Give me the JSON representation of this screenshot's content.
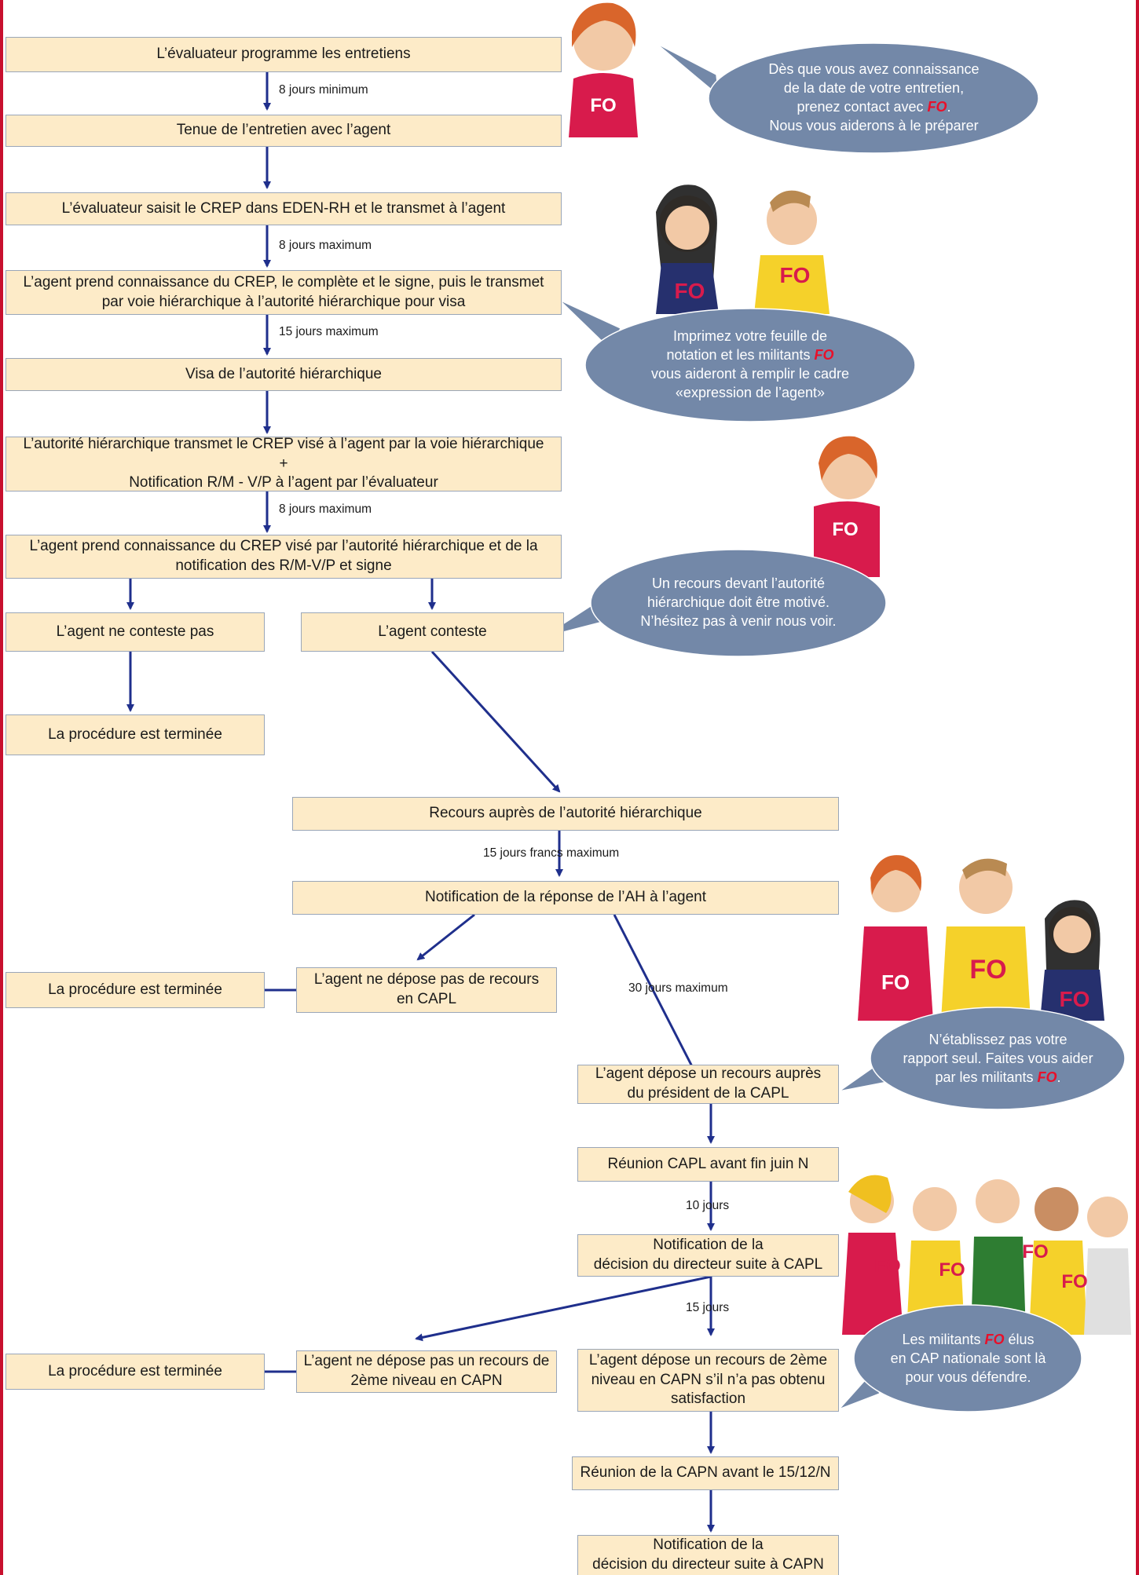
{
  "colors": {
    "box_fill": "#fdebc8",
    "arrow": "#1f2f8c",
    "bubble": "#7388a8",
    "border": "#c8102e",
    "fo_red": "#e8102a"
  },
  "boxes": {
    "b1": "L’évaluateur programme les entretiens",
    "b2": "Tenue de l’entretien avec l’agent",
    "b3": "L’évaluateur saisit le CREP dans EDEN-RH et le transmet à l’agent",
    "b4": "L’agent prend connaissance du CREP, le complète et le signe, puis le transmet\npar voie hiérarchique à l’autorité hiérarchique pour visa",
    "b5": "Visa de l’autorité hiérarchique",
    "b6": "L’autorité hiérarchique transmet le CREP visé à l’agent par la voie hiérarchique\n+\nNotification R/M - V/P à l’agent par l’évaluateur",
    "b7": "L’agent prend connaissance du CREP visé par l’autorité hiérarchique et de la\nnotification des R/M-V/P et signe",
    "b8": "L’agent ne conteste pas",
    "b9": "L’agent conteste",
    "b10": "La procédure est terminée",
    "b11": "Recours auprès de l’autorité hiérarchique",
    "b12": "Notification de la réponse de l’AH à l’agent",
    "b13": "L’agent ne dépose pas de recours\nen CAPL",
    "b14": "La procédure est terminée",
    "b15": "L’agent dépose un recours auprès\ndu président de la CAPL",
    "b16": "Réunion CAPL avant fin juin N",
    "b17": "Notification de la\ndécision du directeur suite à CAPL",
    "b18": "L’agent ne dépose pas un recours de\n2ème niveau en CAPN",
    "b19": "La procédure est terminée",
    "b20": "L’agent dépose un recours de 2ème\nniveau en CAPN s’il n’a pas obtenu\nsatisfaction",
    "b21": "Réunion de la CAPN avant le 15/12/N",
    "b22": "Notification de la\ndécision du directeur suite à CAPN"
  },
  "delays": {
    "d1": "8 jours minimum",
    "d2": "8 jours maximum",
    "d3": "15 jours maximum",
    "d4": "8 jours maximum",
    "d5": "15 jours francs maximum",
    "d6": "30 jours maximum",
    "d7": "10 jours",
    "d8": "15 jours"
  },
  "bubbles": {
    "s1": {
      "l1": "Dès que vous avez connaissance",
      "l2": "de la date de votre entretien,",
      "l3a": "prenez contact avec ",
      "fo": "FO",
      "l3b": ".",
      "l4": "Nous vous aiderons à le préparer"
    },
    "s2": {
      "l1": "Imprimez votre feuille de",
      "l2a": "notation et les militants ",
      "fo": "FO",
      "l3": "vous aideront à remplir le cadre",
      "l4": "«expression de l’agent»"
    },
    "s3": {
      "l1": "Un recours devant l’autorité",
      "l2": "hiérarchique doit être motivé.",
      "l3": "N’hésitez pas à venir nous voir."
    },
    "s4": {
      "l1": "N’établissez pas votre",
      "l2": "rapport seul. Faites vous aider",
      "l3a": "par les militants ",
      "fo": "FO",
      "l3b": "."
    },
    "s5": {
      "l1a": "Les militants ",
      "fo": "FO",
      "l1b": " élus",
      "l2": "en CAP nationale  sont là",
      "l3": "pour vous défendre."
    }
  },
  "shirt_text": "FO"
}
